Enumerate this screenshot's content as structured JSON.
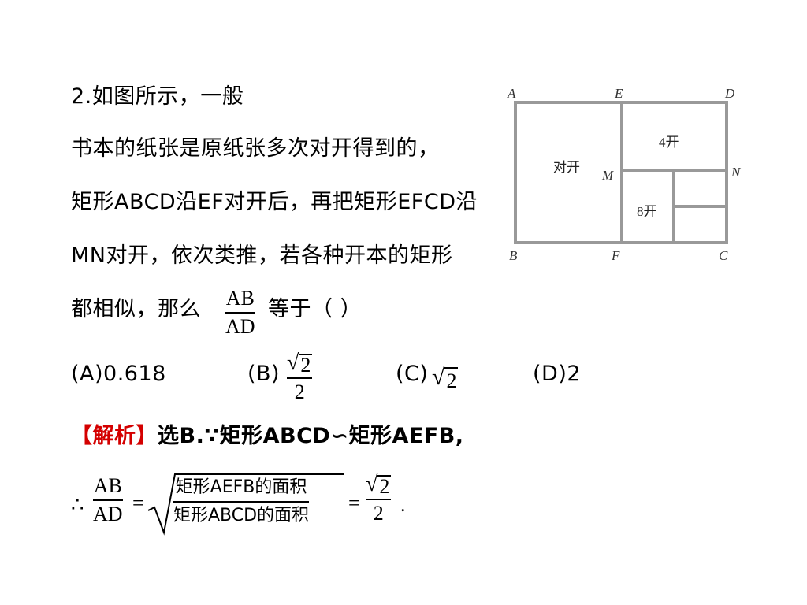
{
  "question": {
    "line1": "2.如图所示，一般",
    "line2": "书本的纸张是原纸张多次对开得到的，",
    "line3": "矩形ABCD沿EF对开后，再把矩形EFCD沿",
    "line4": "MN对开，依次类推，若各种开本的矩形",
    "line5_prefix": "都相似，那么",
    "frac_num": "AB",
    "frac_den": "AD",
    "line5_suffix": "等于（      ）"
  },
  "options": {
    "a": "(A)0.618",
    "b_label": "(B)",
    "b_num_sqrt": "2",
    "b_den": "2",
    "c_label": "(C)",
    "c_sqrt": "2",
    "d": "(D)2"
  },
  "solution": {
    "tag": "【解析】",
    "text": "选B.∵矩形ABCD∽矩形AEFB,",
    "therefore": "∴",
    "frac_num": "AB",
    "frac_den": "AD",
    "eq1": "=",
    "sqrt_num": "矩形AEFB的面积",
    "sqrt_den": "矩形ABCD的面积",
    "eq2": "=",
    "res_num_sqrt": "2",
    "res_den": "2",
    "period": "."
  },
  "figure": {
    "labels": {
      "A": "A",
      "E": "E",
      "D": "D",
      "M": "M",
      "N": "N",
      "B": "B",
      "F": "F",
      "C": "C"
    },
    "regions": {
      "duikai": "对开",
      "sikai": "4开",
      "bakai": "8开"
    },
    "line_color": "#999999"
  }
}
